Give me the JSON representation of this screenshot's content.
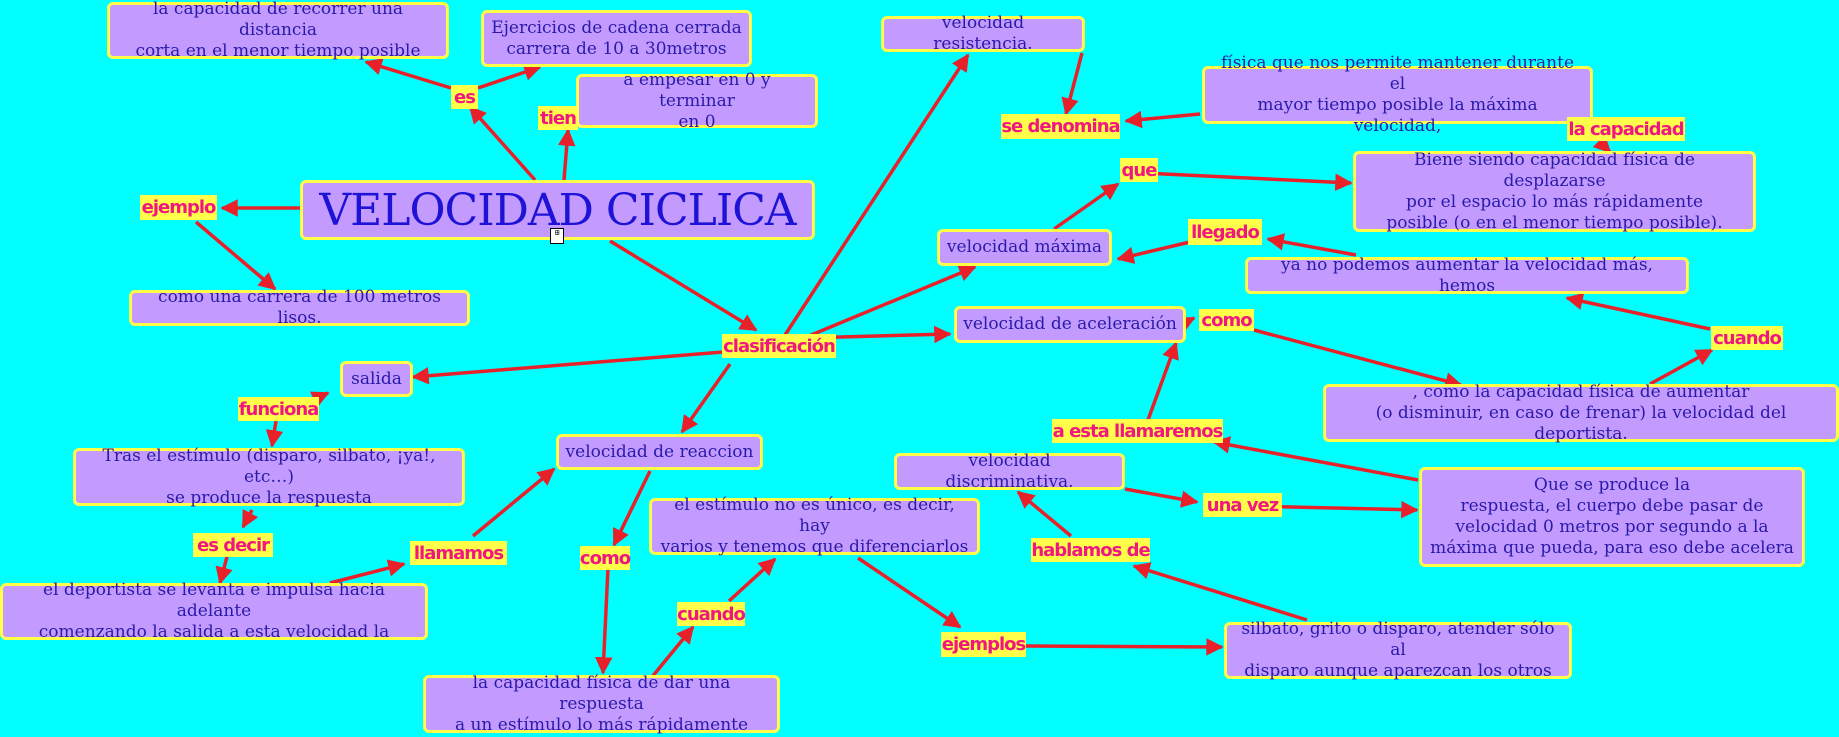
{
  "colors": {
    "background": "#00FFFF",
    "node_fill": "#C39BFF",
    "node_border": "#FFFF4A",
    "node_text": "#2A1AA8",
    "link_fill": "#FFFF4A",
    "link_text": "#F01880",
    "arrow": "#E8202A"
  },
  "nodes": {
    "title": "VELOCIDAD CICLICA",
    "def_corta": "la capacidad de recorrer una distancia\ncorta en el menor tiempo posible",
    "ejercicios": "Ejercicios de cadena cerrada\ncarrera de 10 a 30metros",
    "empesar": "a empesar en 0 y terminar\nen 0",
    "carrera100": "como una carrera de 100 metros lisos.",
    "salida": "salida",
    "tras_estimulo": "Tras el estímulo (disparo, silbato, ¡ya!, etc…)\nse produce la respuesta",
    "deportista": "el deportista se levanta e impulsa hacia adelante\ncomenzando la salida a esta velocidad la",
    "vel_reaccion": "velocidad de reaccion",
    "cap_respuesta": "la capacidad física de dar una respuesta\na un estímulo lo más rápidamente",
    "estimulo_unico": "el estímulo no es único, es decir, hay\nvarios y tenemos que diferenciarlos",
    "vel_resistencia": "velocidad resistencia.",
    "fisica_mantener": "física que nos permite mantener durante el\nmayor tiempo posible la máxima velocidad,",
    "biene_siendo": "Biene siendo capacidad física de desplazarse\npor el espacio lo más rápidamente\nposible (o en el menor tiempo posible).",
    "vel_maxima": "velocidad máxima",
    "ya_no": "ya no podemos aumentar la velocidad más, hemos",
    "vel_aceleracion": "velocidad de aceleración",
    "como_capacidad": ", como la capacidad física de aumentar\n(o disminuir, en caso de frenar) la velocidad del deportista.",
    "vel_discriminativa": "velocidad discriminativa.",
    "que_produce": "Que se produce la\nrespuesta, el cuerpo debe pasar de\nvelocidad 0 metros por segundo a la\nmáxima que pueda, para eso debe acelera",
    "silbato": "silbato, grito o disparo, atender sólo al\ndisparo aunque aparezcan los otros"
  },
  "links": {
    "es": "es",
    "tien": "tien",
    "ejemplo": "ejemplo",
    "clasificacion": "clasificación",
    "funciona": "funciona",
    "es_decir": "es  decir",
    "llamamos": "llamamos",
    "como_1": "como",
    "cuando_1": "cuando",
    "ejemplos": "ejemplos",
    "hablamos_de": "hablamos de",
    "una_vez": "una vez",
    "a_esta_llamaremos": "a esta llamaremos",
    "como_2": "como",
    "cuando_2": "cuando",
    "llegado": "llegado",
    "que": "que",
    "la_capacidad": "la capacidad",
    "se_denomina": "se denomina"
  }
}
